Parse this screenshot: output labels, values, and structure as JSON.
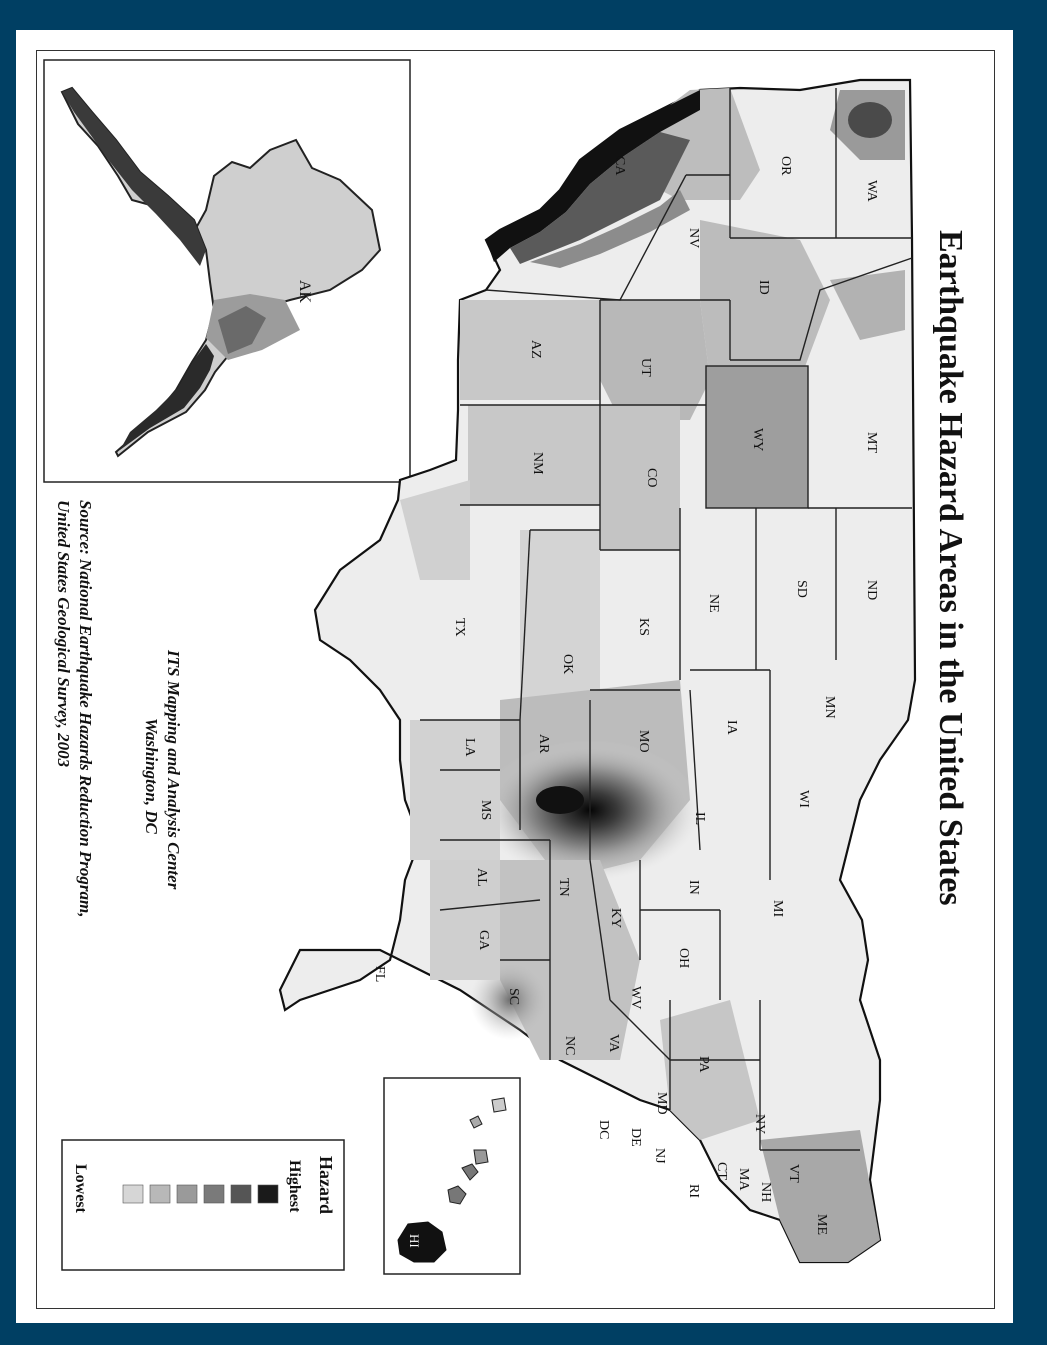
{
  "title": "Earthquake Hazard Areas in the United States",
  "credit": {
    "line1": "ITS Mapping and Analysis Center",
    "line2": "Washington, DC"
  },
  "source": {
    "line1": "Source: National Earthquake Hazards Reduction Program,",
    "line2": "United States Geological Survey, 2003"
  },
  "legend": {
    "title": "Hazard",
    "highest": "Highest",
    "lowest": "Lowest",
    "levels": [
      {
        "color": "#1a1a1a"
      },
      {
        "color": "#555555"
      },
      {
        "color": "#7a7a7a"
      },
      {
        "color": "#9a9a9a"
      },
      {
        "color": "#b8b8b8"
      },
      {
        "color": "#d6d6d6"
      }
    ]
  },
  "colors": {
    "border": "#003f63",
    "paper": "#ffffff",
    "outline": "#222222"
  },
  "insets": {
    "alaska_label": "AK",
    "hawaii_label": "HI"
  },
  "states": [
    "WA",
    "OR",
    "CA",
    "NV",
    "ID",
    "MT",
    "WY",
    "UT",
    "AZ",
    "CO",
    "NM",
    "ND",
    "SD",
    "NE",
    "KS",
    "OK",
    "TX",
    "MN",
    "IA",
    "MO",
    "AR",
    "LA",
    "WI",
    "IL",
    "MS",
    "MI",
    "IN",
    "KY",
    "TN",
    "AL",
    "OH",
    "GA",
    "WV",
    "VA",
    "NC",
    "SC",
    "FL",
    "PA",
    "NY",
    "MD",
    "DE",
    "NJ",
    "DC",
    "CT",
    "RI",
    "MA",
    "VT",
    "NH",
    "ME"
  ]
}
